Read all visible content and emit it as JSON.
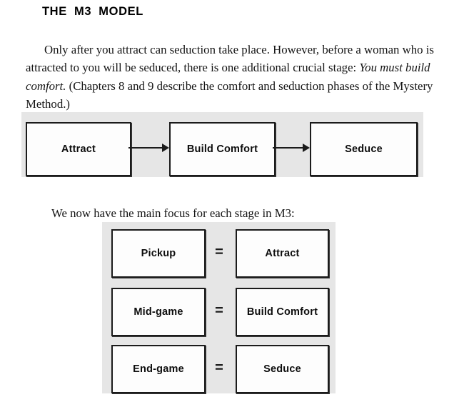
{
  "page": {
    "heading": "THE M3 MODEL",
    "background_color": "#ffffff",
    "panel_color": "#e6e6e6",
    "ink_color": "#111111"
  },
  "paragraphs": {
    "intro_part1": "Only after you attract can seduction take place. However, before a woman who is attracted to you will be seduced, there is one additional crucial stage: ",
    "intro_emphasis": "You must build comfort.",
    "intro_part2": " (Chapters 8 and 9 describe the comfort and seduction phases of the Mystery Method.)",
    "focus_line": "We now have the main focus for each stage in M3:"
  },
  "flow_diagram": {
    "stages": [
      {
        "label": "Attract"
      },
      {
        "label": "Build Comfort"
      },
      {
        "label": "Seduce"
      }
    ],
    "connectors": [
      {
        "name": "arrow-attract-to-build-comfort"
      },
      {
        "name": "arrow-build-comfort-to-seduce"
      }
    ]
  },
  "equivalence_diagram": {
    "operator": "=",
    "rows": [
      {
        "left": "Pickup",
        "right": "Attract"
      },
      {
        "left": "Mid-game",
        "right": "Build Comfort"
      },
      {
        "left": "End-game",
        "right": "Seduce"
      }
    ]
  }
}
